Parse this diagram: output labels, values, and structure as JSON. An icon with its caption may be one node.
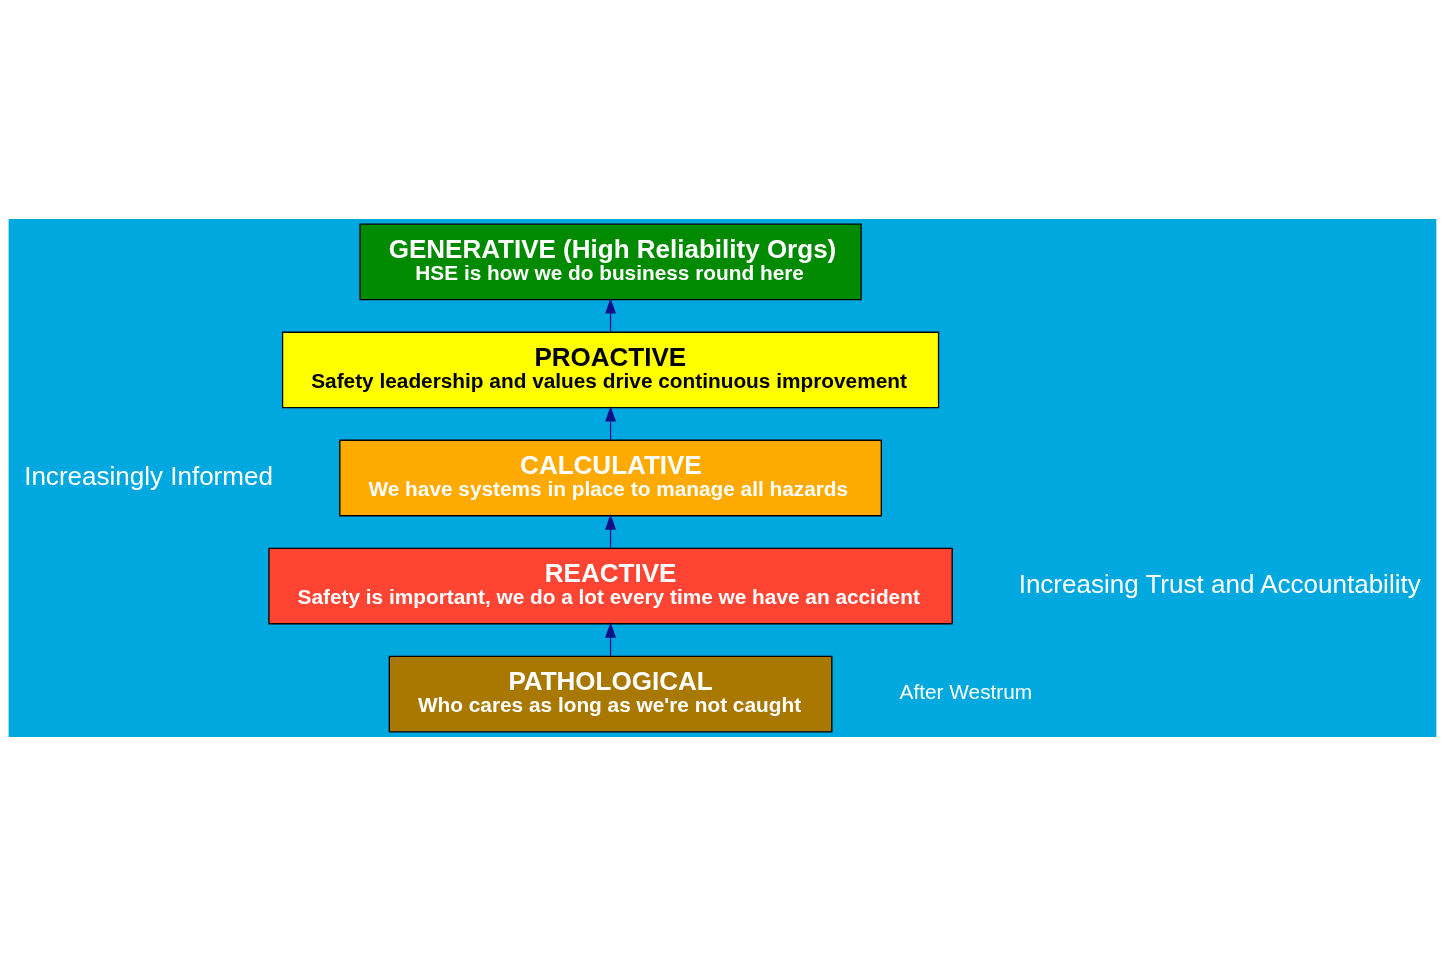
{
  "diagram": {
    "nodes": [
      {
        "text": [
          "GENERATIVE (High Reliability Orgs)",
          "HSE is how we do business round here"
        ]
      },
      {
        "text": [
          "PROACTIVE",
          "Safety leadership and values drive continuous improvement"
        ]
      },
      {
        "text": [
          "CALCULATIVE",
          "We have systems in place to manage all hazards"
        ]
      },
      {
        "text": [
          "REACTIVE",
          "Safety is important, we do a lot every time we have an accident"
        ]
      },
      {
        "text": [
          "PATHOLOGICAL",
          "Who cares as long as we're not caught"
        ]
      }
    ],
    "edges": [
      {
        "from": 4,
        "to": 3,
        "arrow": "to"
      },
      {
        "from": 3,
        "to": 2,
        "arrow": "to"
      },
      {
        "from": 2,
        "to": 1,
        "arrow": "to"
      },
      {
        "from": 1,
        "to": 0,
        "arrow": "to"
      }
    ],
    "labels": [
      "Increasingly Informed",
      "Increasing Trust and Accountability",
      "After Westrum"
    ]
  }
}
